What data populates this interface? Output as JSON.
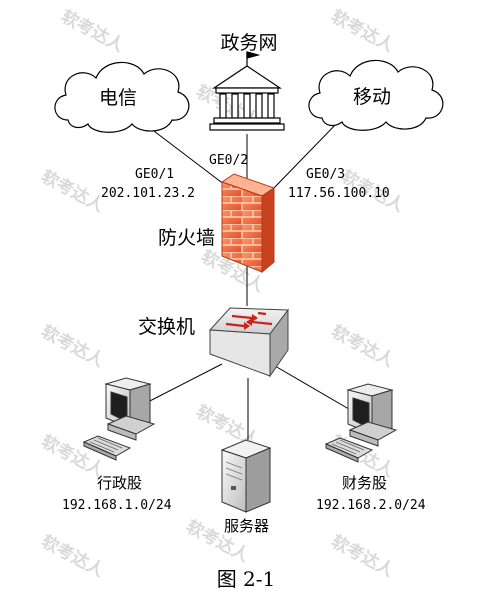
{
  "nodes": {
    "government_network": "政务网",
    "telecom": "电信",
    "mobile": "移动",
    "firewall": "防火墙",
    "switch": "交换机",
    "admin_department": "行政股",
    "finance_department": "财务股",
    "server": "服务器"
  },
  "interfaces": {
    "geo1": {
      "name": "GE0/1",
      "ip": "202.101.23.2"
    },
    "geo2": {
      "name": "GE0/2"
    },
    "geo3": {
      "name": "GE0/3",
      "ip": "117.56.100.10"
    }
  },
  "subnets": {
    "admin": "192.168.1.0/24",
    "finance": "192.168.2.0/24"
  },
  "caption": "图 2-1",
  "watermark": "软考达人",
  "colors": {
    "firewall_brick": "#f26b3a",
    "firewall_mortar": "#ffd2b8",
    "device_gray": "#d8d8d8",
    "switch_arrow": "#c8231d",
    "line": "#000000"
  }
}
